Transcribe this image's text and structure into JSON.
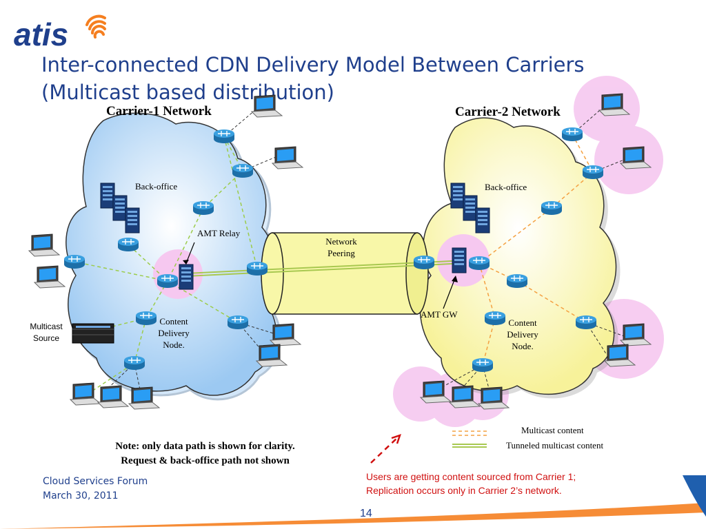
{
  "logo": {
    "text": "atis"
  },
  "title": "Inter-connected CDN Delivery Model Between Carriers (Multicast based distribution)",
  "carrier1": {
    "name": "Carrier-1 Network",
    "back_office": "Back-office",
    "amt_relay": "AMT Relay",
    "content_delivery": "Content Delivery Node.",
    "source": "Multicast Source"
  },
  "carrier2": {
    "name": "Carrier-2 Network",
    "back_office": "Back-office",
    "amt_gw": "AMT GW",
    "content_delivery": "Content Delivery Node."
  },
  "peering": "Network Peering",
  "legend": {
    "multicast": "Multicast content",
    "tunneled": "Tunneled multicast content"
  },
  "note": {
    "line1": "Note: only data path is shown for clarity.",
    "line2": "Request & back-office path not shown"
  },
  "users_note": {
    "line1": "Users are getting content sourced from Carrier 1;",
    "line2": "Replication occurs only in Carrier 2’s network."
  },
  "footer": {
    "forum": "Cloud Services Forum",
    "date": "March 30, 2011",
    "page": "14"
  },
  "colors": {
    "title": "#1f3f8c",
    "cloud1": "#b9d9f5",
    "cloud2": "#fbf8b8",
    "router": "#2a8fd0",
    "highlight": "#f6c8f0",
    "multicast_line": "#f4a040",
    "tunnel_line": "#a8c850",
    "red_note": "#d01010"
  }
}
